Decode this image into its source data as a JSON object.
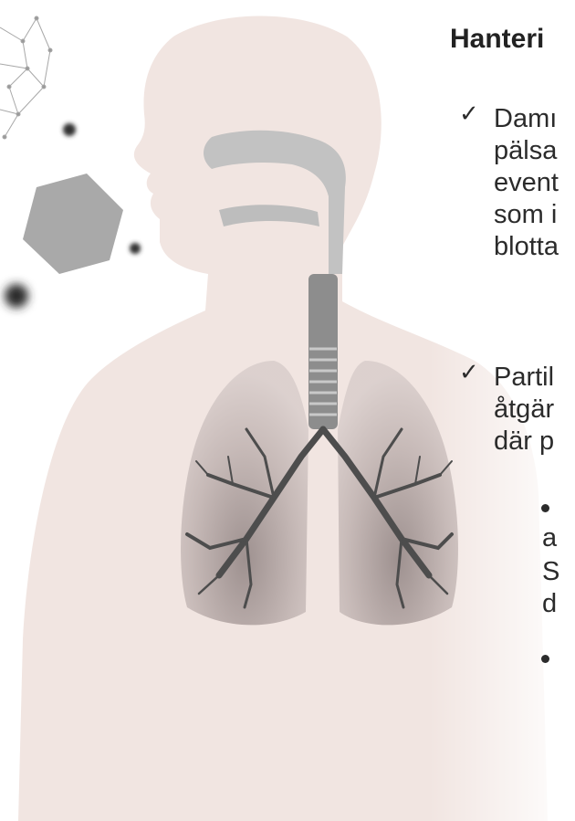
{
  "heading": "Hanteri",
  "bullets": [
    {
      "lines": [
        "Damı",
        "pälsa",
        "event",
        "som i",
        "blotta"
      ]
    },
    {
      "lines": [
        "Partil",
        "åtgär",
        "där p"
      ]
    }
  ],
  "sub_bullet_fragments": [
    "a",
    "S",
    "d"
  ],
  "icons": {
    "check": "checkmark-icon",
    "dot": "bullet-dot-icon"
  },
  "colors": {
    "body_silhouette": "#f2e6e2",
    "airway": "#b9b9b9",
    "lung": "#cfc3c1",
    "bronchi": "#555555",
    "molecule": "#9a9a9a"
  }
}
